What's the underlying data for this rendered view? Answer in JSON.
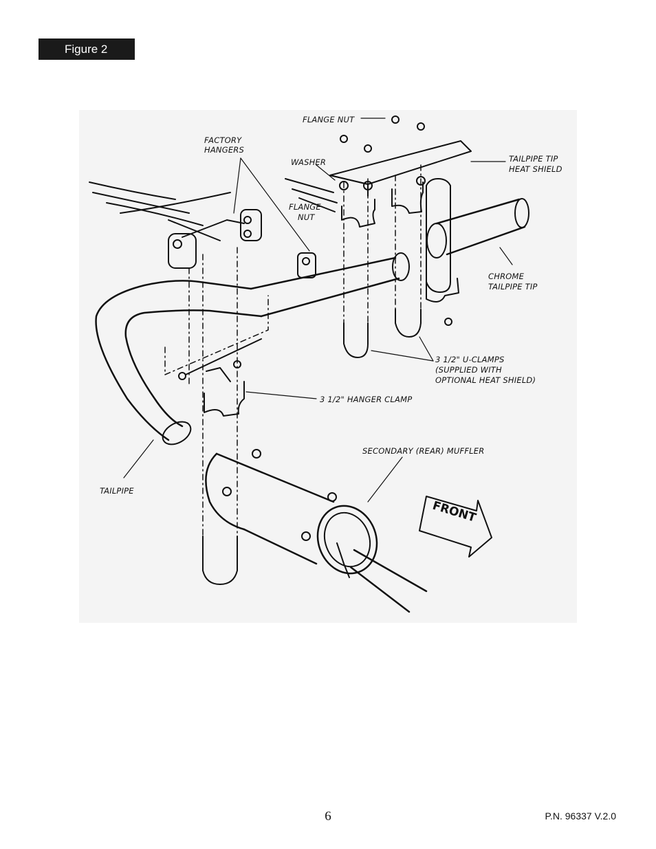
{
  "figure_tag": "Figure 2",
  "labels": {
    "flange_nut_top": "FLANGE NUT",
    "factory_hangers_1": "FACTORY",
    "factory_hangers_2": "HANGERS",
    "washer": "WASHER",
    "flange_nut_mid_1": "FLANGE",
    "flange_nut_mid_2": "NUT",
    "tailpipe_tip_heat_shield_1": "TAILPIPE TIP",
    "tailpipe_tip_heat_shield_2": "HEAT SHIELD",
    "chrome_tailpipe_tip_1": "CHROME",
    "chrome_tailpipe_tip_2": "TAILPIPE TIP",
    "u_clamps_1": "3 1/2\" U-CLAMPS",
    "u_clamps_2": "(SUPPLIED WITH",
    "u_clamps_3": "OPTIONAL HEAT SHIELD)",
    "hanger_clamp": "3 1/2\" HANGER CLAMP",
    "secondary_muffler": "SECONDARY (REAR) MUFFLER",
    "tailpipe": "TAILPIPE",
    "front": "FRONT"
  },
  "footer": {
    "page_number": "6",
    "part_number": "P.N. 96337 V.2.0"
  },
  "colors": {
    "ink": "#111111",
    "figure_bg": "#f4f4f4",
    "tag_bg": "#1a1a1a"
  }
}
